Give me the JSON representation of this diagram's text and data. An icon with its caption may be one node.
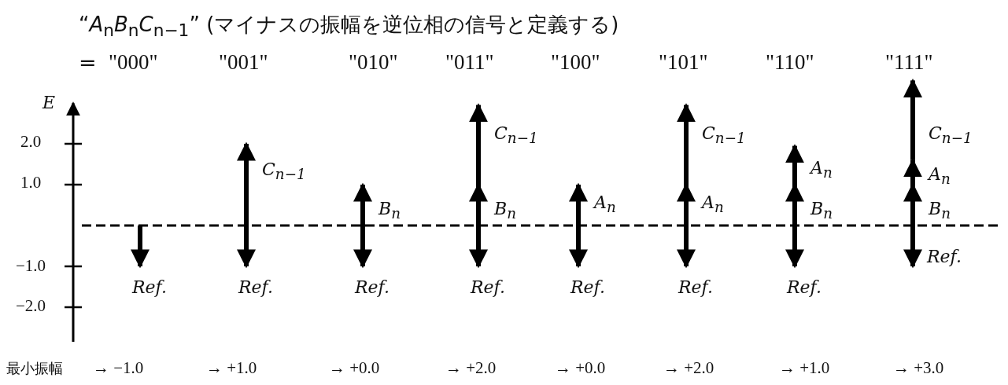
{
  "diagram": {
    "title": "“*A*$_{n}$*B*$_{n}$*C*$_{n−1}$” (マイナスの振幅を逆位相の信号と定義する)",
    "labels": [
      "=",
      "\"000\"",
      "\"001\"",
      "\"010\"",
      "\"011\"",
      "\"100\"",
      "\"101\"",
      "\"110\"",
      "\"111\"",
      "E",
      "2.0",
      "1.0",
      "−1.0",
      "−2.0",
      "Ref.",
      "C$_{n−1}$",
      "Ref.",
      "B$_{n}$",
      "Ref.",
      "C$_{n−1}$",
      "B$_{n}$",
      "Ref.",
      "A$_{n}$",
      "Ref.",
      "C$_{n−1}$",
      "A$_{n}$",
      "Ref.",
      "A$_{n}$",
      "B$_{n}$",
      "Ref.",
      "C$_{n−1}$",
      "A$_{n}$",
      "B$_{n}$",
      "Ref.",
      "最小振幅",
      "→ −1.0",
      "→ +1.0",
      "→ +0.0",
      "→ +2.0",
      "→ +0.0",
      "→ +2.0",
      "→ +1.0",
      "→ +3.0"
    ]
  }
}
